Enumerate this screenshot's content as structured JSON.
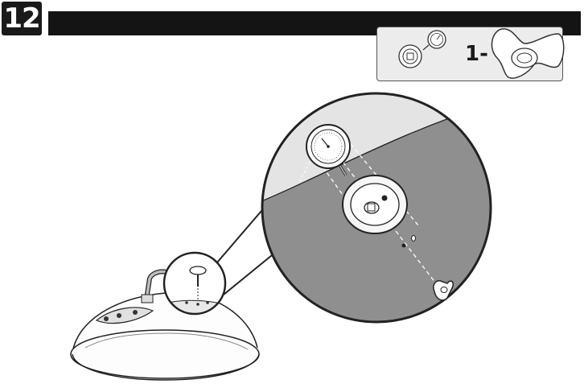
{
  "step": {
    "number": "12"
  },
  "parts": {
    "quantity_label": "1-",
    "items": [
      {
        "name": "thermometer-bezel",
        "icon": "thermometer-bezel-icon"
      },
      {
        "name": "thermometer",
        "icon": "thermometer-icon"
      },
      {
        "name": "wing-nut",
        "icon": "wing-nut-icon"
      }
    ]
  },
  "colors": {
    "header": "#141414",
    "parts_box": "#ececec",
    "lid_surface": "#8f8f8f",
    "background": "#ffffff"
  }
}
